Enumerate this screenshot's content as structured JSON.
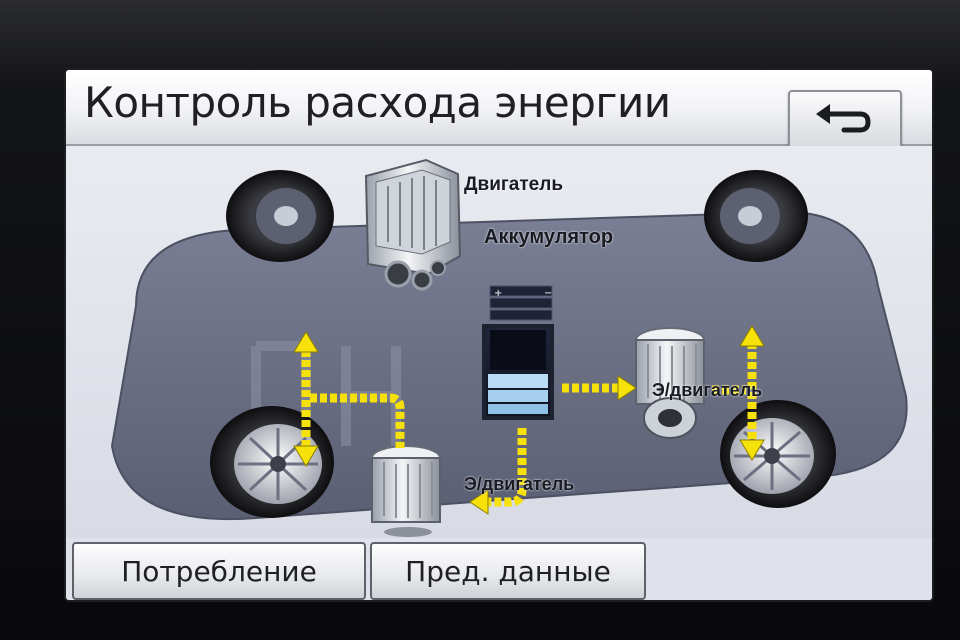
{
  "header": {
    "title": "Контроль расхода энергии",
    "back_icon": "return-arrow-icon"
  },
  "diagram": {
    "engine_label": "Двигатель",
    "battery_label": "Аккумулятор",
    "rear_motor_label": "Э/двигатель",
    "front_motor_label": "Э/двигатель",
    "flow_arrow_color": "#f6e20a",
    "car_body_color": "#6e7287"
  },
  "tabs": [
    {
      "label": "Потребление"
    },
    {
      "label": "Пред. данные"
    }
  ]
}
